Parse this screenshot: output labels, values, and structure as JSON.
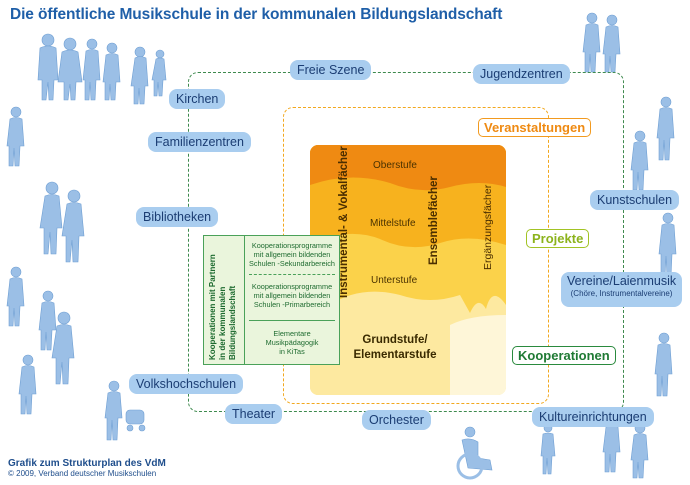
{
  "title": "Die öffentliche Musikschule in der kommunalen Bildungslandschaft",
  "partners": {
    "freie_szene": "Freie Szene",
    "jugendzentren": "Jugendzentren",
    "kirchen": "Kirchen",
    "familienzentren": "Familienzentren",
    "bibliotheken": "Bibliotheken",
    "kunstschulen": "Kunstschulen",
    "vereine": "Vereine/Laienmusik",
    "vereine_sub": "(Chöre, Instrumentalvereine)",
    "volkshochschulen": "Volkshochschulen",
    "theater": "Theater",
    "orchester": "Orchester",
    "kultureinrichtungen": "Kultureinrichtungen"
  },
  "tags": {
    "veranstaltungen": "Veranstaltungen",
    "projekte": "Projekte",
    "kooperationen": "Kooperationen"
  },
  "core": {
    "oberstufe": "Oberstufe",
    "mittelstufe": "Mittelstufe",
    "unterstufe": "Unterstufe",
    "grundstufe_1": "Grundstufe/",
    "grundstufe_2": "Elementarstufe",
    "instrumental": "Instrumental- & Vokalfächer",
    "ensemble": "Ensemblefächer",
    "ergaenzung": "Ergänzungsfächer"
  },
  "kooperation": {
    "side_1": "Kooperationen mit Partnern",
    "side_2": "in der kommunalen",
    "side_3": "Bildungslandschaft",
    "sek_1": "Kooperationsprogramme",
    "sek_2": "mit allgemein bildenden",
    "sek_3": "Schulen -Sekundarbereich",
    "prim_1": "Kooperationsprogramme",
    "prim_2": "mit allgemein bildenden",
    "prim_3": "Schulen -Primarbereich",
    "kita_1": "Elementare",
    "kita_2": "Musikpädagogik",
    "kita_3": "in KiTas"
  },
  "footer": {
    "line1": "Grafik zum Strukturplan des VdM",
    "line2": "© 2009, Verband deutscher Musikschulen"
  },
  "colors": {
    "title": "#1f5fa8",
    "pill": "#a9cdef",
    "silhouette": "#9bbfe6",
    "ober": "#ef8a12",
    "mittel": "#f7b21e",
    "unter": "#fbd24a",
    "grund": "#fde9a0",
    "kooperation": "#2a8a3e"
  }
}
